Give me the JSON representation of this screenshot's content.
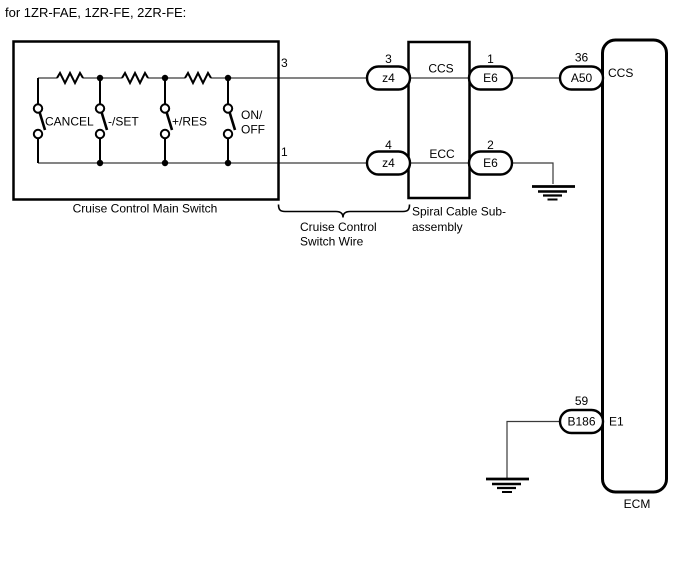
{
  "title": "for 1ZR-FAE, 1ZR-FE, 2ZR-FE:",
  "main_switch": {
    "label": "Cruise Control Main Switch",
    "pin_top": "3",
    "pin_bottom": "1",
    "switches": {
      "cancel": "CANCEL",
      "set": "-/SET",
      "res": "+/RES",
      "onoff_line1": "ON/",
      "onoff_line2": "OFF"
    }
  },
  "switch_wire": {
    "label_line1": "Cruise Control",
    "label_line2": "Switch Wire"
  },
  "spiral_cable": {
    "label_line1": "Spiral Cable Sub-",
    "label_line2": "assembly",
    "signal_top": "CCS",
    "signal_bottom": "ECC",
    "z4_top": {
      "pin": "3",
      "code": "z4"
    },
    "z4_bottom": {
      "pin": "4",
      "code": "z4"
    },
    "e6_top": {
      "pin": "1",
      "code": "E6"
    },
    "e6_bottom": {
      "pin": "2",
      "code": "E6"
    }
  },
  "ecm": {
    "label": "ECM",
    "a50": {
      "pin": "36",
      "code": "A50",
      "signal": "CCS"
    },
    "b186": {
      "pin": "59",
      "code": "B186",
      "signal": "E1"
    }
  },
  "colors": {
    "background": "#ffffff",
    "component_line": "#000000",
    "wire_line": "#3a3a3a"
  }
}
